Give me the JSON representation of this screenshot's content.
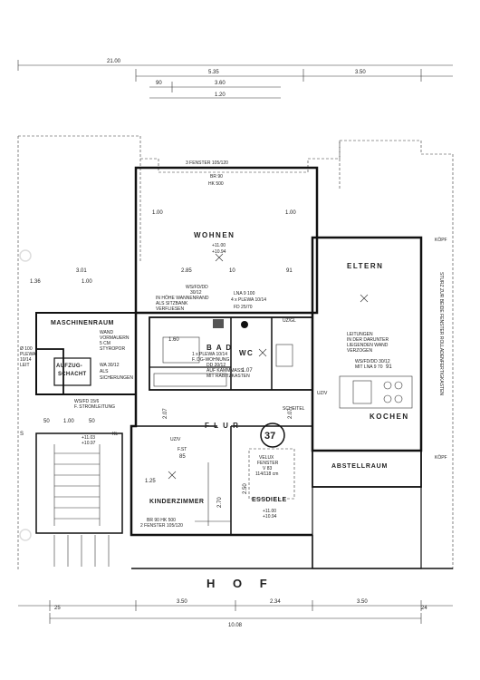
{
  "rooms": {
    "wohnen": "WOHNEN",
    "eltern": "ELTERN",
    "maschinenraum": "MASCHINENRAUM",
    "aufzugschacht_1": "AUFZUG-",
    "aufzugschacht_2": "SCHACHT",
    "bad": "B A D",
    "wc": "WC",
    "flur": "F L U R",
    "kochen": "KOCHEN",
    "abstellraum": "ABSTELLRAUM",
    "kinderzimmer": "KINDERZIMMER",
    "essdiele": "ESSDIELE",
    "hof": "H O F"
  },
  "unit_number": "37",
  "annotations": {
    "fenster_top": "3 FENSTER 105/120",
    "br90_top": "BR 90",
    "hk500_top": "HK 500",
    "level_wohnen_1": "+11.00",
    "level_wohnen_2": "+10.94",
    "koepf_top": "KÖPF",
    "koepf_mid": "KÖPF",
    "ws_fd_dd_1": "WS/FD/DD",
    "ws_fd_dd_2": "30/12",
    "in_hoehe_1": "IN HÖHE WANNENRAND",
    "in_hoehe_2": "ALS SITZBANK",
    "in_hoehe_3": "VERFLIESEN",
    "lna_1": "LNA 9 100",
    "lna_2": "4 x PLEWA 10/14",
    "lna_3": "FD 25/70",
    "uz_gl": "UZ/GL",
    "wand_1": "WAND",
    "wand_2": "VORMAUERN",
    "wand_3": "5 CM",
    "wand_4": "STYROPOR",
    "wa_1": "WA 30/12",
    "wa_2": "ALS",
    "wa_3": "SICHERUNGEN",
    "plewa_1": "1 x PLEWA 10/14",
    "plewa_2": "F. DG-WOHNUNG",
    "dd_1": "DD 20/12",
    "dd_2": "AUF KAMMMASS",
    "dd_3": "MIT RABITZKASTEN",
    "leitung_1": "LEITUNGEN",
    "leitung_2": "IN DER DARUNTER",
    "leitung_3": "LIEGENDEN WAND",
    "leitung_4": "VERZOGEN",
    "ws_lna_1": "WS/FD/DD 30/12",
    "ws_lna_2": "MIT LNA 9 70",
    "ws_stromleitung_1": "WS/FD 15/6",
    "ws_stromleitung_2": "F. STROMLEITUNG",
    "plewa_left_1": "Ø 100",
    "plewa_left_2": "PLEWA",
    "plewa_left_3": "10/14",
    "plewa_left_4": "LEIT",
    "level_flur_1": "+11.03",
    "level_flur_2": "+10.97",
    "kl": "KL",
    "scheitel": "SCHEITEL",
    "velux_1": "VELUX",
    "velux_2": "FENSTER",
    "velux_3": "V 83",
    "velux_4": "114/118 cm",
    "level_ess_1": "+11.00",
    "level_ess_2": "+10.94",
    "br90_bottom": "BR 90   HK 500",
    "fenster_bottom": "2 FENSTER 105/120",
    "uz_v_1": "UZ/V",
    "uz_v_2": "UZ/V",
    "fst": "F.ST",
    "sturz_vertical": "STURZ ZUR BEIDE FENSTER ROLLADENFERTIGKASTEN"
  },
  "dimensions": {
    "top_total": "21.00",
    "top_a": "5.35",
    "top_b": "3.50",
    "top_c": "90",
    "top_d": "3.60",
    "top_e": "1.20",
    "bottom_total": "10.08",
    "bottom_a": "3.50",
    "bottom_b": "2.34",
    "bottom_c": "3.50",
    "d_285": "2.85",
    "d_301": "3.01",
    "d_136": "1.36",
    "d_100a": "1.00",
    "d_100b": "1.00",
    "d_100c": "1.00",
    "d_160": "1.60",
    "d_107": "1.07",
    "d_207a": "2.07",
    "d_207b": "2.07",
    "d_270": "2.70",
    "d_125": "1.25",
    "d_250": "2.50",
    "d_85": "85",
    "d_50a": "50",
    "d_50b": "50",
    "d_100d": "1.00",
    "d_91a": "91",
    "d_91b": "91",
    "d_10": "10",
    "d_25": "25",
    "d_24": "24",
    "d_s": "S"
  }
}
